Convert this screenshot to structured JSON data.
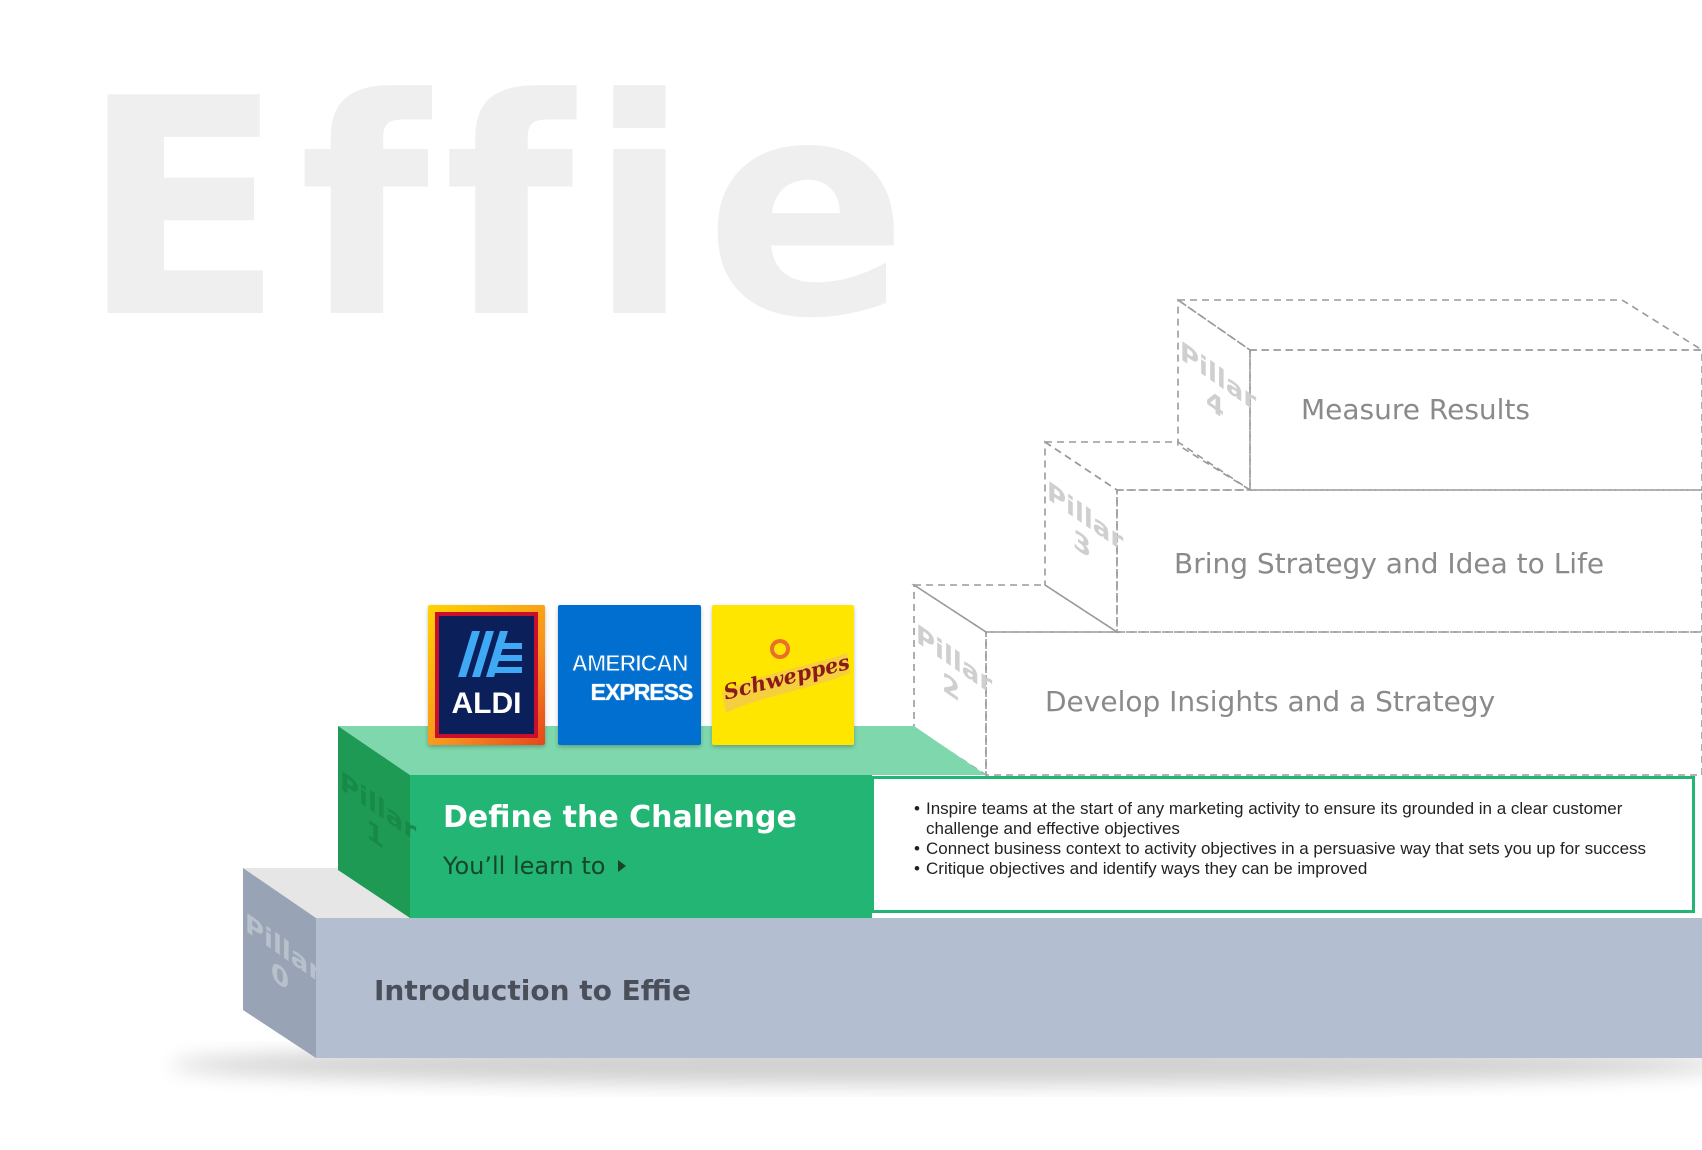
{
  "watermark": "Effie",
  "pillars": {
    "p0": {
      "side": [
        "Pillar",
        "0"
      ],
      "title": "Introduction to Effie"
    },
    "p1": {
      "side": [
        "Pillar",
        "1"
      ],
      "title": "Define the Challenge",
      "learn_label": "You’ll learn to",
      "bullets": [
        "Inspire teams at the start of any marketing activity to ensure its grounded in a clear customer challenge and effective objectives",
        "Connect business context to activity objectives in a persuasive way that sets you up for success",
        "Critique objectives and identify ways they can be improved"
      ]
    },
    "p2": {
      "side": [
        "Pillar",
        "2"
      ],
      "title": "Develop Insights and a Strategy"
    },
    "p3": {
      "side": [
        "Pillar",
        "3"
      ],
      "title": "Bring Strategy and Idea to Life"
    },
    "p4": {
      "side": [
        "Pillar",
        "4"
      ],
      "title": "Measure Results"
    }
  },
  "logos": {
    "aldi": "ALDI",
    "amex_line1": "AMERICAN",
    "amex_line2": "EXPRESS",
    "schweppes": "Schweppes"
  },
  "colors": {
    "green": "#23b574",
    "green_top": "#7fd8ad",
    "green_side": "#1f9a55",
    "slate": "#b3bed0",
    "slate_side": "#98a3b5",
    "slate_top": "#e6e6e6"
  }
}
